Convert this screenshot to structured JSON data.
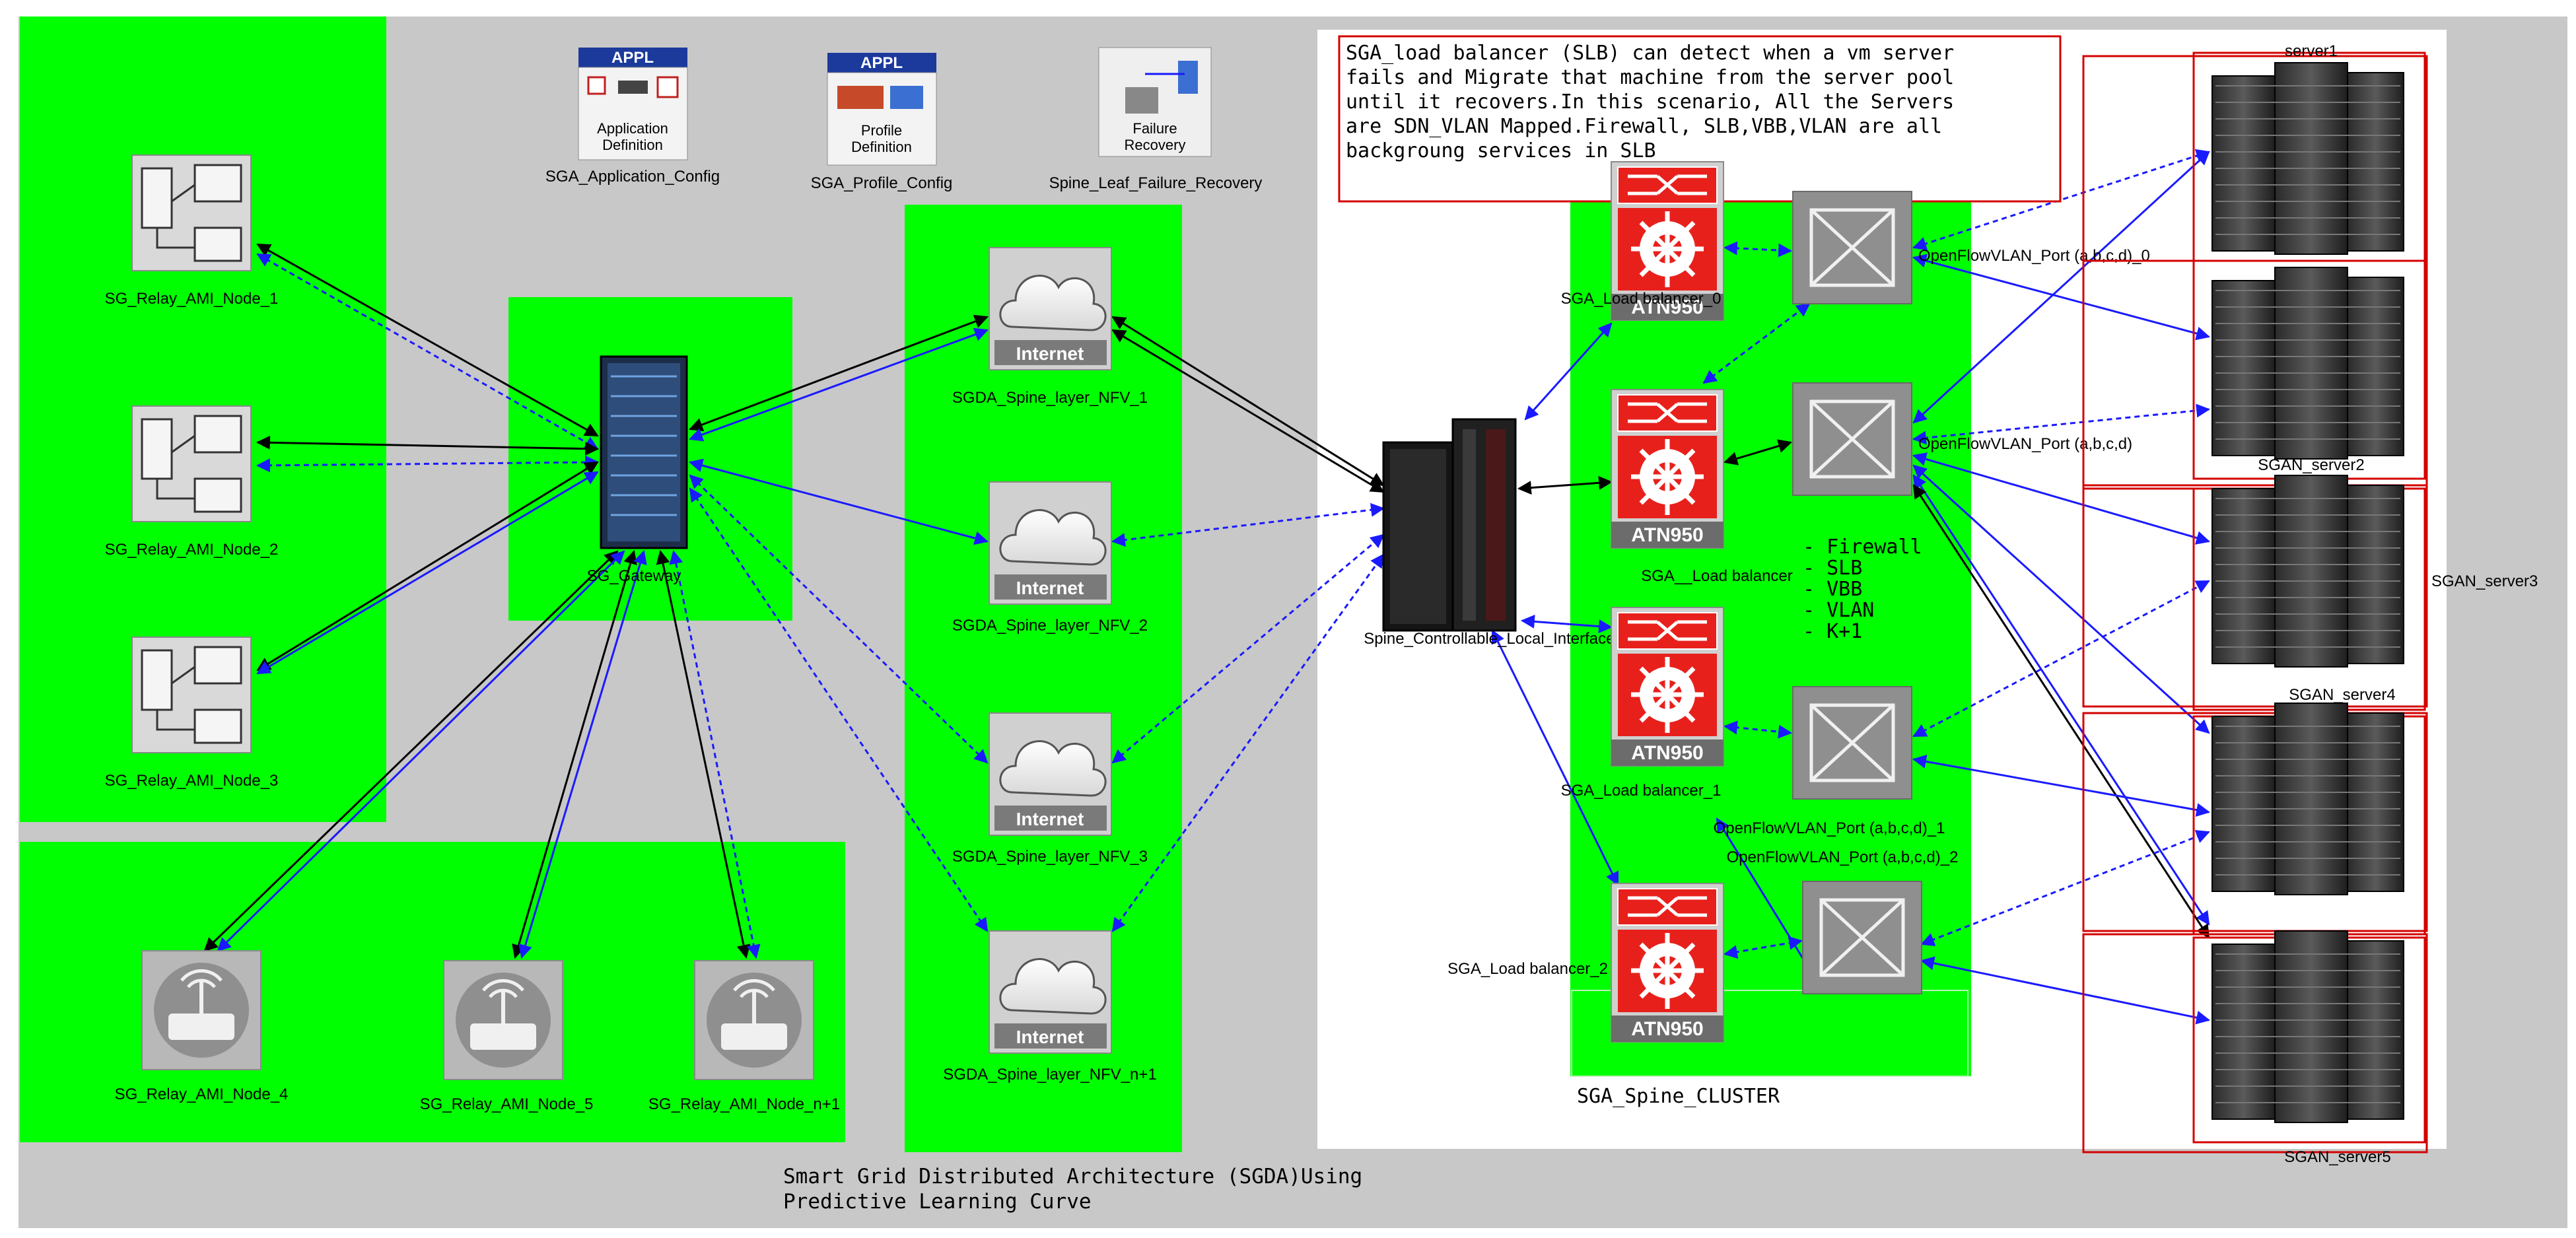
{
  "title_line1": "Smart Grid Distributed Architecture (SGDA)Using",
  "title_line2": "Predictive Learning Curve",
  "config": {
    "app": {
      "badge": "APPL",
      "icon_text": "Application Definition",
      "label": "SGA_Application_Config"
    },
    "profile": {
      "badge": "APPL",
      "icon_text": "Profile Definition",
      "label": "SGA_Profile_Config"
    },
    "failure": {
      "icon_text": "Failure Recovery",
      "label": "Spine_Leaf_Failure_Recovery"
    }
  },
  "relay_nodes": [
    "SG_Relay_AMI_Node_1",
    "SG_Relay_AMI_Node_2",
    "SG_Relay_AMI_Node_3"
  ],
  "wireless_nodes": [
    "SG_Relay_AMI_Node_4",
    "SG_Relay_AMI_Node_5",
    "SG_Relay_AMI_Node_n+1"
  ],
  "gateway": "SG_Gateway",
  "internet_label": "Internet",
  "spine_nfv": [
    "SGDA_Spine_layer_NFV_1",
    "SGDA_Spine_layer_NFV_2",
    "SGDA_Spine_layer_NFV_3",
    "SGDA_Spine_layer_NFV_n+1"
  ],
  "controller": "Spine_Controllable_Local_Interface_",
  "note": [
    "SGA_load balancer (SLB) can detect when a vm server",
    "fails and Migrate that machine from the server pool",
    "until it recovers.In this scenario, All the Servers",
    "are SDN_VLAN Mapped.Firewall, SLB,VBB,VLAN are all",
    "backgroung services in SLB"
  ],
  "router_badge": "ATN950",
  "load_balancers": [
    "SGA_Load balancer_0",
    "SGA__Load balancer",
    "SGA_Load balancer_1",
    "SGA_Load balancer_2"
  ],
  "services": [
    "- Firewall",
    "- SLB",
    "- VBB",
    "- VLAN",
    "- K+1"
  ],
  "openflow_ports": [
    "OpenFlowVLAN_Port (a,b,c,d)_0",
    "OpenFlowVLAN_Port (a,b,c,d)",
    "OpenFlowVLAN_Port (a,b,c,d)_1",
    "OpenFlowVLAN_Port (a,b,c,d)_2"
  ],
  "cluster_label": "SGA_Spine_CLUSTER",
  "servers": [
    "server1",
    "SGAN_server2",
    "SGAN_server3",
    "SGAN_server4",
    "SGAN_server5"
  ],
  "colors": {
    "zone_green": "#00ff00",
    "link_blue": "#1a1aff",
    "link_black": "#000000",
    "router_red": "#e8201c",
    "box_red": "#d40000",
    "bg_gray": "#c8c8c8"
  }
}
